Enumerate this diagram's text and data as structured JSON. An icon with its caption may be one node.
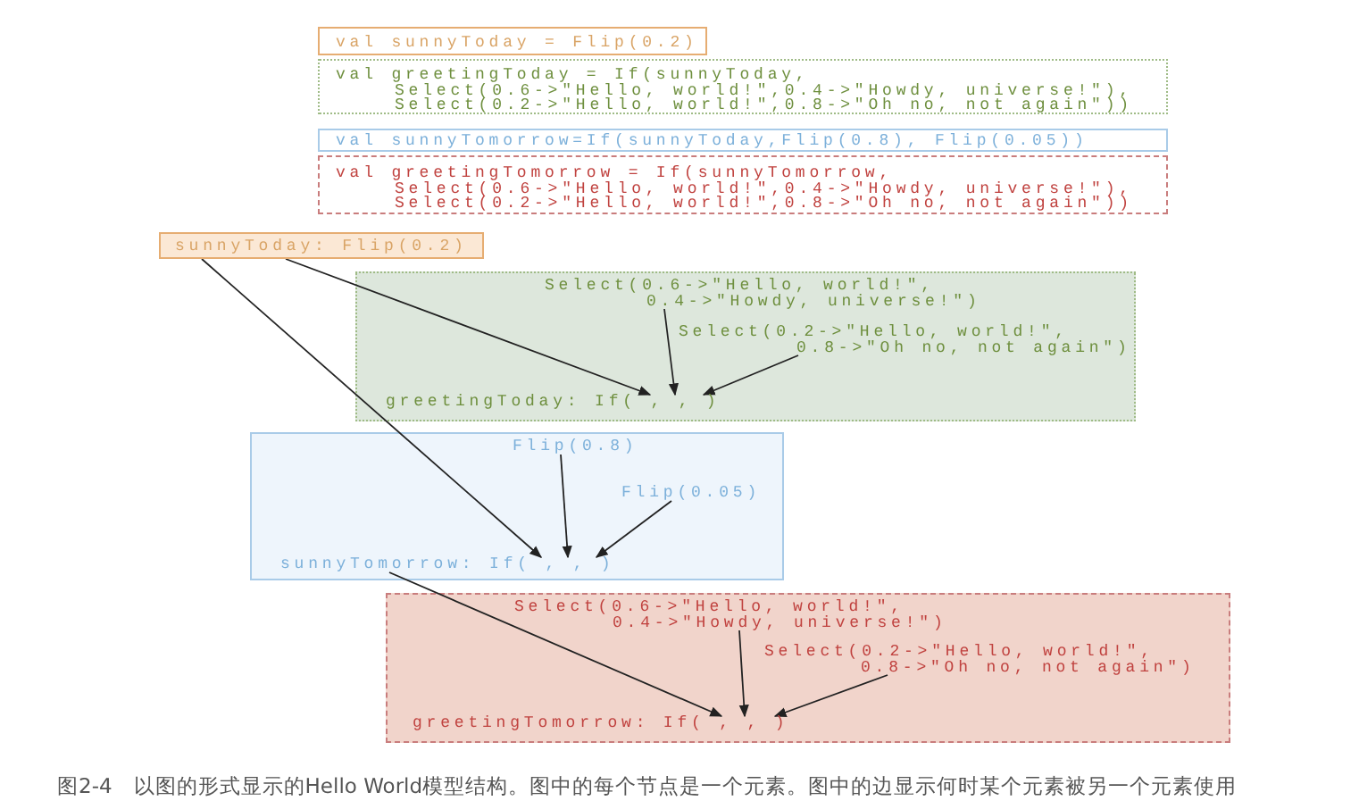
{
  "diagram": {
    "caption": "图2-4　以图的形式显示的Hello World模型结构。图中的每个节点是一个元素。图中的边显示何时某个元素被另一个元素使用",
    "nodes": [
      {
        "text": [
          "val sunnyToday = Flip(0.2)"
        ]
      },
      {
        "text": [
          "val greetingToday = If(sunnyToday,",
          "Select(0.6->\"Hello, world!\",0.4->\"Howdy, universe!\"),",
          "Select(0.2->\"Hello, world!\",0.8->\"Oh no, not again\"))"
        ]
      },
      {
        "text": [
          "val sunnyTomorrow=If(sunnyToday,Flip(0.8), Flip(0.05))"
        ]
      },
      {
        "text": [
          "val greetingTomorrow = If(sunnyTomorrow,",
          "Select(0.6->\"Hello, world!\",0.4->\"Howdy, universe!\"),",
          "Select(0.2->\"Hello, world!\",0.8->\"Oh no, not again\"))"
        ]
      },
      {
        "text": [
          "sunnyToday: Flip(0.2)"
        ]
      },
      {
        "text": [],
        "shape": "box"
      },
      {
        "text": [
          "Select(0.6->\"Hello, world!\", 0.4->\"Howdy, universe!\")"
        ],
        "in": 5
      },
      {
        "text": [
          "Select(0.2->\"Hello, world!\", 0.8->\"Oh no, not again\")"
        ],
        "in": 5
      },
      {
        "text": [
          "greetingToday: If( , , )"
        ],
        "in": 5
      },
      {
        "text": [],
        "shape": "box"
      },
      {
        "text": [
          "Flip(0.8)"
        ],
        "in": 9
      },
      {
        "text": [
          "Flip(0.05)"
        ],
        "in": 9
      },
      {
        "text": [
          "sunnyTomorrow: If( , , )"
        ],
        "in": 9
      },
      {
        "text": [],
        "shape": "box"
      },
      {
        "text": [
          "Select(0.6->\"Hello, world!\", 0.4->\"Howdy, universe!\")"
        ],
        "in": 13
      },
      {
        "text": [
          "Select(0.2->\"Hello, world!\", 0.8->\"Oh no, not again\")"
        ],
        "in": 13
      },
      {
        "text": [
          "greetingTomorrow: If( , , )"
        ],
        "in": 13
      }
    ],
    "edges": [
      {
        "from": 4,
        "to": 8,
        "arrow": "to"
      },
      {
        "from": 6,
        "to": 8,
        "arrow": "to"
      },
      {
        "from": 7,
        "to": 8,
        "arrow": "to"
      },
      {
        "from": 4,
        "to": 12,
        "arrow": "to"
      },
      {
        "from": 10,
        "to": 12,
        "arrow": "to"
      },
      {
        "from": 11,
        "to": 12,
        "arrow": "to"
      },
      {
        "from": 12,
        "to": 16,
        "arrow": "to"
      },
      {
        "from": 14,
        "to": 16,
        "arrow": "to"
      },
      {
        "from": 15,
        "to": 16,
        "arrow": "to"
      }
    ]
  }
}
